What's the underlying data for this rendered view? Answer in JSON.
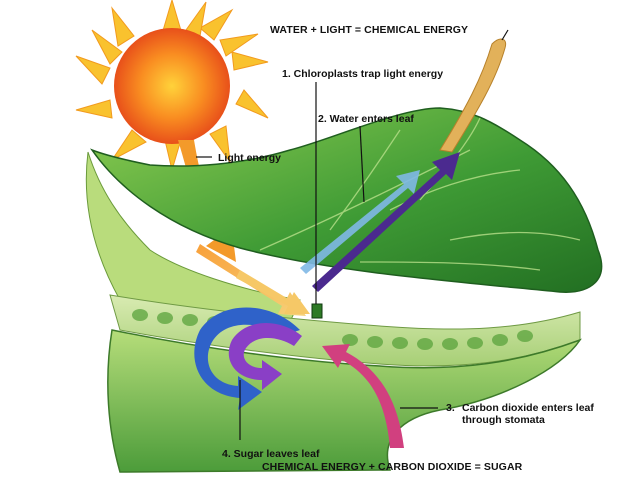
{
  "colors": {
    "sun": "#f7781e",
    "leaf_dark": "#2f8a2c",
    "leaf_light": "#9fcf55",
    "light_arrow": "#f39a2a",
    "water_arrow": "#7fb8e6",
    "sugar_arrow": "#4b2a8f",
    "co2_arrow": "#d1407f",
    "blue_arrow": "#2f62c9"
  },
  "labels": {
    "equation_top": "WATER + LIGHT = CHEMICAL ENERGY",
    "step1": "1.  Chloroplasts trap light energy",
    "step2": "2.  Water enters leaf",
    "light_energy": "Light energy",
    "step3_number": "3.",
    "step3_text": "Carbon dioxide enters leaf through stomata",
    "step4": "4.  Sugar leaves leaf",
    "equation_bottom": "CHEMICAL ENERGY + CARBON DIOXIDE = SUGAR"
  },
  "icons": [
    "sun-icon",
    "leaf-icon",
    "leaf-stem-icon",
    "chloroplast-icon"
  ]
}
